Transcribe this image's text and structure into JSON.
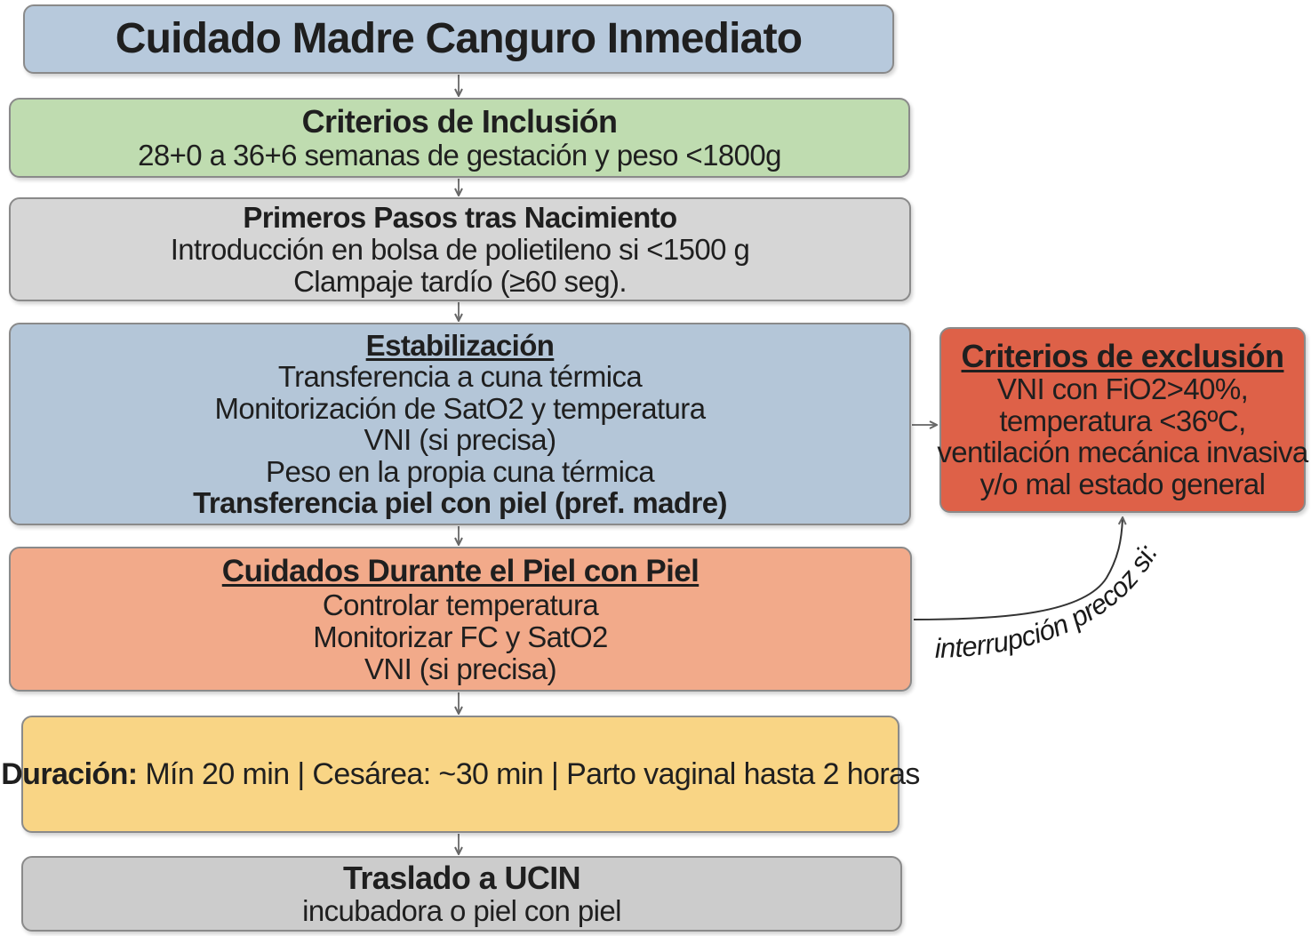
{
  "title": "Cuidado Madre Canguro Inmediato",
  "inclusion": {
    "heading": "Criterios de Inclusión",
    "text": "28+0 a 36+6 semanas de gestación y peso <1800g"
  },
  "first_steps": {
    "heading": "Primeros Pasos tras Nacimiento",
    "lines": [
      "Introducción en bolsa de polietileno si <1500 g",
      "Clampaje tardío (≥60 seg)."
    ]
  },
  "stabilization": {
    "heading": "Estabilización",
    "lines": [
      "Transferencia a cuna térmica",
      "Monitorización de SatO2 y temperatura",
      "VNI (si precisa)",
      "Peso en la propia cuna térmica"
    ],
    "bold_line": "Transferencia piel con piel (pref. madre)"
  },
  "skin_care": {
    "heading": "Cuidados Durante el Piel con Piel",
    "lines": [
      "Controlar temperatura",
      "Monitorizar FC y SatO2",
      "VNI (si precisa)"
    ]
  },
  "duration": {
    "label": "Duración:",
    "text": " Mín 20 min | Cesárea: ~30 min | Parto vaginal hasta 2 horas"
  },
  "transfer": {
    "heading": "Traslado a UCIN",
    "text": "incubadora o piel con piel"
  },
  "exclusion": {
    "heading": "Criterios de exclusión",
    "lines": [
      "VNI con FiO2>40%,",
      "temperatura <36ºC,",
      "ventilación mecánica invasiva",
      "y/o mal estado general"
    ]
  },
  "connector_label": "interrupción precoz si:",
  "colors": {
    "title": "#b7c9dc",
    "inclusion": "#bfdcb0",
    "first_steps": "#d6d6d6",
    "stabilization": "#b4c6d8",
    "skin_care": "#f2aa8a",
    "duration": "#f9d585",
    "transfer": "#cccccc",
    "exclusion": "#de6148"
  }
}
